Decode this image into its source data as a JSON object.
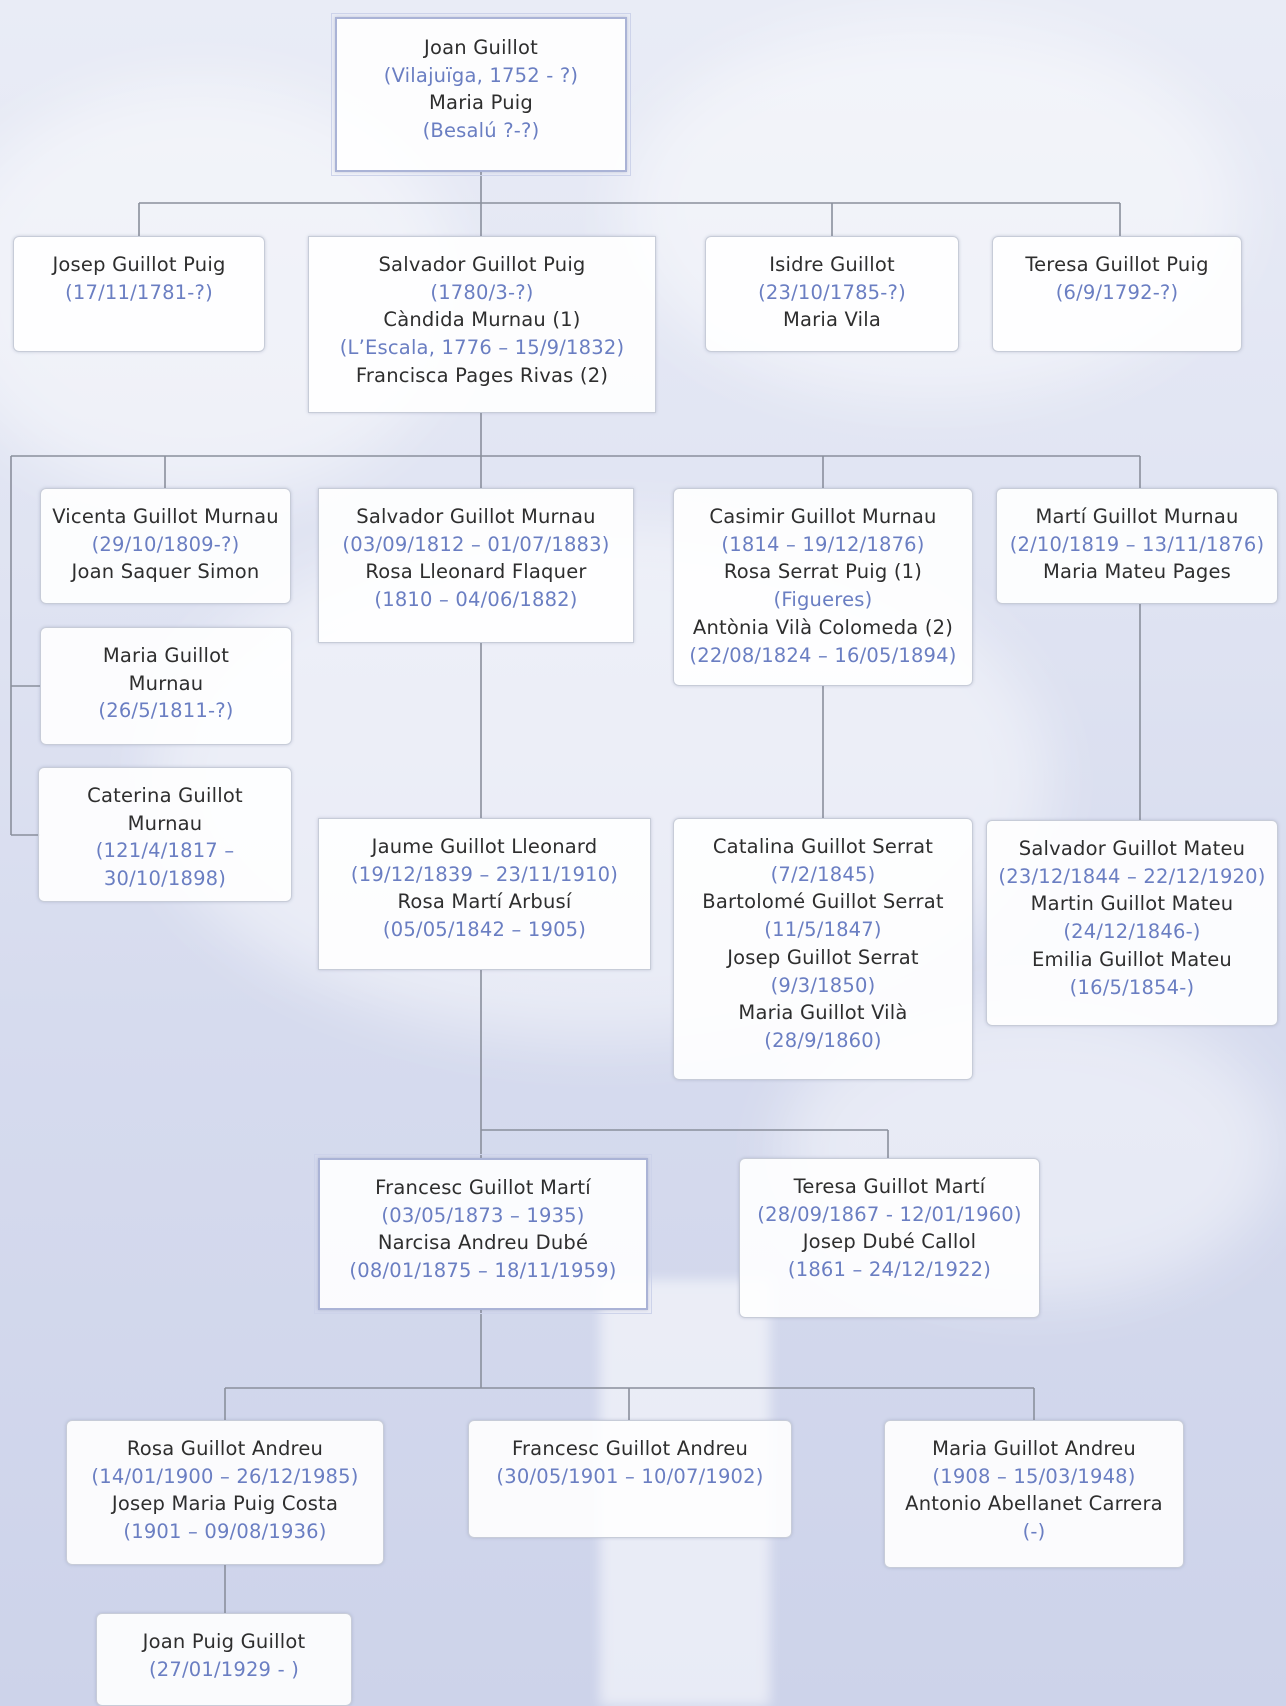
{
  "nodes": {
    "root": {
      "l1": "Joan Guillot",
      "l2": "(Vilajuïga, 1752 - ?)",
      "l3": "Maria Puig",
      "l4": "(Besalú ?-?)"
    },
    "josep": {
      "l1": "Josep Guillot Puig",
      "l2": "(17/11/1781-?)"
    },
    "salvador1": {
      "l1": "Salvador Guillot Puig",
      "l2": "(1780/3-?)",
      "l3": "Càndida Murnau (1)",
      "l4": "(L’Escala, 1776 – 15/9/1832)",
      "l5": "Francisca Pages Rivas (2)"
    },
    "isidre": {
      "l1": "Isidre Guillot",
      "l2": "(23/10/1785-?)",
      "l3": "Maria Vila"
    },
    "teresa1": {
      "l1": "Teresa Guillot Puig",
      "l2": "(6/9/1792-?)"
    },
    "vicenta": {
      "l1": "Vicenta Guillot Murnau",
      "l2": "(29/10/1809-?)",
      "l3": "Joan Saquer Simon"
    },
    "salvador2": {
      "l1": "Salvador Guillot Murnau",
      "l2": "(03/09/1812 – 01/07/1883)",
      "l3": "Rosa Lleonard Flaquer",
      "l4": "(1810 – 04/06/1882)"
    },
    "casimir": {
      "l1": "Casimir Guillot Murnau",
      "l2": "(1814 – 19/12/1876)",
      "l3": "Rosa Serrat Puig (1)",
      "l4": "(Figueres)",
      "l5": "Antònia Vilà Colomeda (2)",
      "l6": "(22/08/1824 – 16/05/1894)"
    },
    "marti": {
      "l1": "Martí Guillot Murnau",
      "l2": "(2/10/1819 – 13/11/1876)",
      "l3": "Maria Mateu Pages"
    },
    "maria1": {
      "l1": "Maria Guillot",
      "l2": "Murnau",
      "l3": "(26/5/1811-?)"
    },
    "caterina": {
      "l1": "Caterina Guillot",
      "l2": "Murnau",
      "l3": "(121/4/1817 –",
      "l4": "30/10/1898)"
    },
    "jaume": {
      "l1": "Jaume Guillot Lleonard",
      "l2": "(19/12/1839 – 23/11/1910)",
      "l3": "Rosa Martí Arbusí",
      "l4": "(05/05/1842 – 1905)"
    },
    "catalina": {
      "l1": "Catalina Guillot Serrat",
      "l2": "(7/2/1845)",
      "l3": "Bartolomé Guillot Serrat",
      "l4": "(11/5/1847)",
      "l5": "Josep Guillot Serrat",
      "l6": "(9/3/1850)",
      "l7": "Maria Guillot Vilà",
      "l8": "(28/9/1860)"
    },
    "salvador3": {
      "l1": "Salvador Guillot Mateu",
      "l2": "(23/12/1844 – 22/12/1920)",
      "l3": "Martin Guillot Mateu",
      "l4": "(24/12/1846-)",
      "l5": "Emilia Guillot Mateu",
      "l6": "(16/5/1854-)"
    },
    "francesc1": {
      "l1": "Francesc Guillot Martí",
      "l2": "(03/05/1873 – 1935)",
      "l3": "Narcisa Andreu Dubé",
      "l4": "(08/01/1875 – 18/11/1959)"
    },
    "teresa2": {
      "l1": "Teresa Guillot Martí",
      "l2": "(28/09/1867 - 12/01/1960)",
      "l3": "Josep Dubé Callol",
      "l4": "(1861 – 24/12/1922)"
    },
    "rosa": {
      "l1": "Rosa Guillot Andreu",
      "l2": "(14/01/1900 – 26/12/1985)",
      "l3": "Josep Maria Puig Costa",
      "l4": "(1901 – 09/08/1936)"
    },
    "francesc2": {
      "l1": "Francesc Guillot Andreu",
      "l2": "(30/05/1901 – 10/07/1902)"
    },
    "maria2": {
      "l1": "Maria Guillot Andreu",
      "l2": "(1908 – 15/03/1948)",
      "l3": "Antonio Abellanet Carrera",
      "l4": "(-)"
    },
    "joan": {
      "l1": "Joan Puig Guillot",
      "l2": "(27/01/1929 - )"
    }
  },
  "colors": {
    "name": "#2e2e2e",
    "date": "#6a7ec2",
    "line": "#8a8f9c"
  }
}
